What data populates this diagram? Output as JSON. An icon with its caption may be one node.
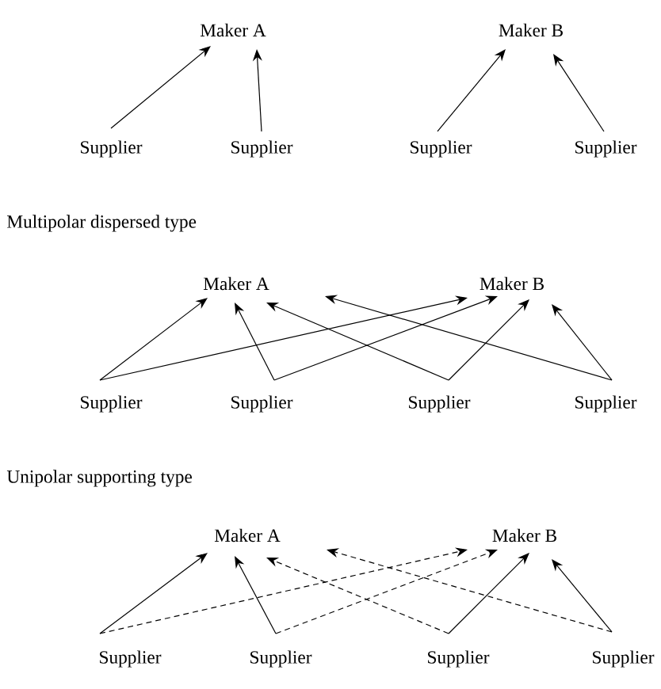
{
  "diagram": {
    "nodes": [
      {
        "text": [
          "Maker A"
        ]
      },
      {
        "text": [
          "Maker B"
        ]
      },
      {
        "text": [
          "Supplier"
        ]
      },
      {
        "text": [
          "Supplier"
        ]
      },
      {
        "text": [
          "Supplier"
        ]
      },
      {
        "text": [
          "Supplier"
        ]
      },
      {
        "text": [
          "Maker A"
        ]
      },
      {
        "text": [
          "Maker B"
        ]
      },
      {
        "text": [
          "Supplier"
        ]
      },
      {
        "text": [
          "Supplier"
        ]
      },
      {
        "text": [
          "Supplier"
        ]
      },
      {
        "text": [
          "Supplier"
        ]
      },
      {
        "text": [
          "Maker A"
        ]
      },
      {
        "text": [
          "Maker B"
        ]
      },
      {
        "text": [
          "Supplier"
        ]
      },
      {
        "text": [
          "Supplier"
        ]
      },
      {
        "text": [
          "Supplier"
        ]
      },
      {
        "text": [
          "Supplier"
        ]
      }
    ],
    "edges": [
      {
        "from": 2,
        "to": 0,
        "arrow": "to"
      },
      {
        "from": 3,
        "to": 0,
        "arrow": "to"
      },
      {
        "from": 4,
        "to": 1,
        "arrow": "to"
      },
      {
        "from": 5,
        "to": 1,
        "arrow": "to"
      },
      {
        "from": 8,
        "to": 6,
        "arrow": "to"
      },
      {
        "from": 8,
        "to": 7,
        "arrow": "to"
      },
      {
        "from": 9,
        "to": 6,
        "arrow": "to"
      },
      {
        "from": 9,
        "to": 7,
        "arrow": "to"
      },
      {
        "from": 10,
        "to": 6,
        "arrow": "to"
      },
      {
        "from": 10,
        "to": 7,
        "arrow": "to"
      },
      {
        "from": 11,
        "to": 6,
        "arrow": "to"
      },
      {
        "from": 11,
        "to": 7,
        "arrow": "to"
      },
      {
        "from": 14,
        "to": 12,
        "arrow": "to"
      },
      {
        "from": 14,
        "to": 13,
        "arrow": "to",
        "style": "dashed"
      },
      {
        "from": 15,
        "to": 12,
        "arrow": "to"
      },
      {
        "from": 15,
        "to": 13,
        "arrow": "to",
        "style": "dashed"
      },
      {
        "from": 16,
        "to": 12,
        "arrow": "to",
        "style": "dashed"
      },
      {
        "from": 16,
        "to": 13,
        "arrow": "to"
      },
      {
        "from": 17,
        "to": 12,
        "arrow": "to",
        "style": "dashed"
      },
      {
        "from": 17,
        "to": 13,
        "arrow": "to"
      }
    ],
    "labels": [
      "Multipolar dispersed type",
      "Unipolar supporting type"
    ]
  }
}
